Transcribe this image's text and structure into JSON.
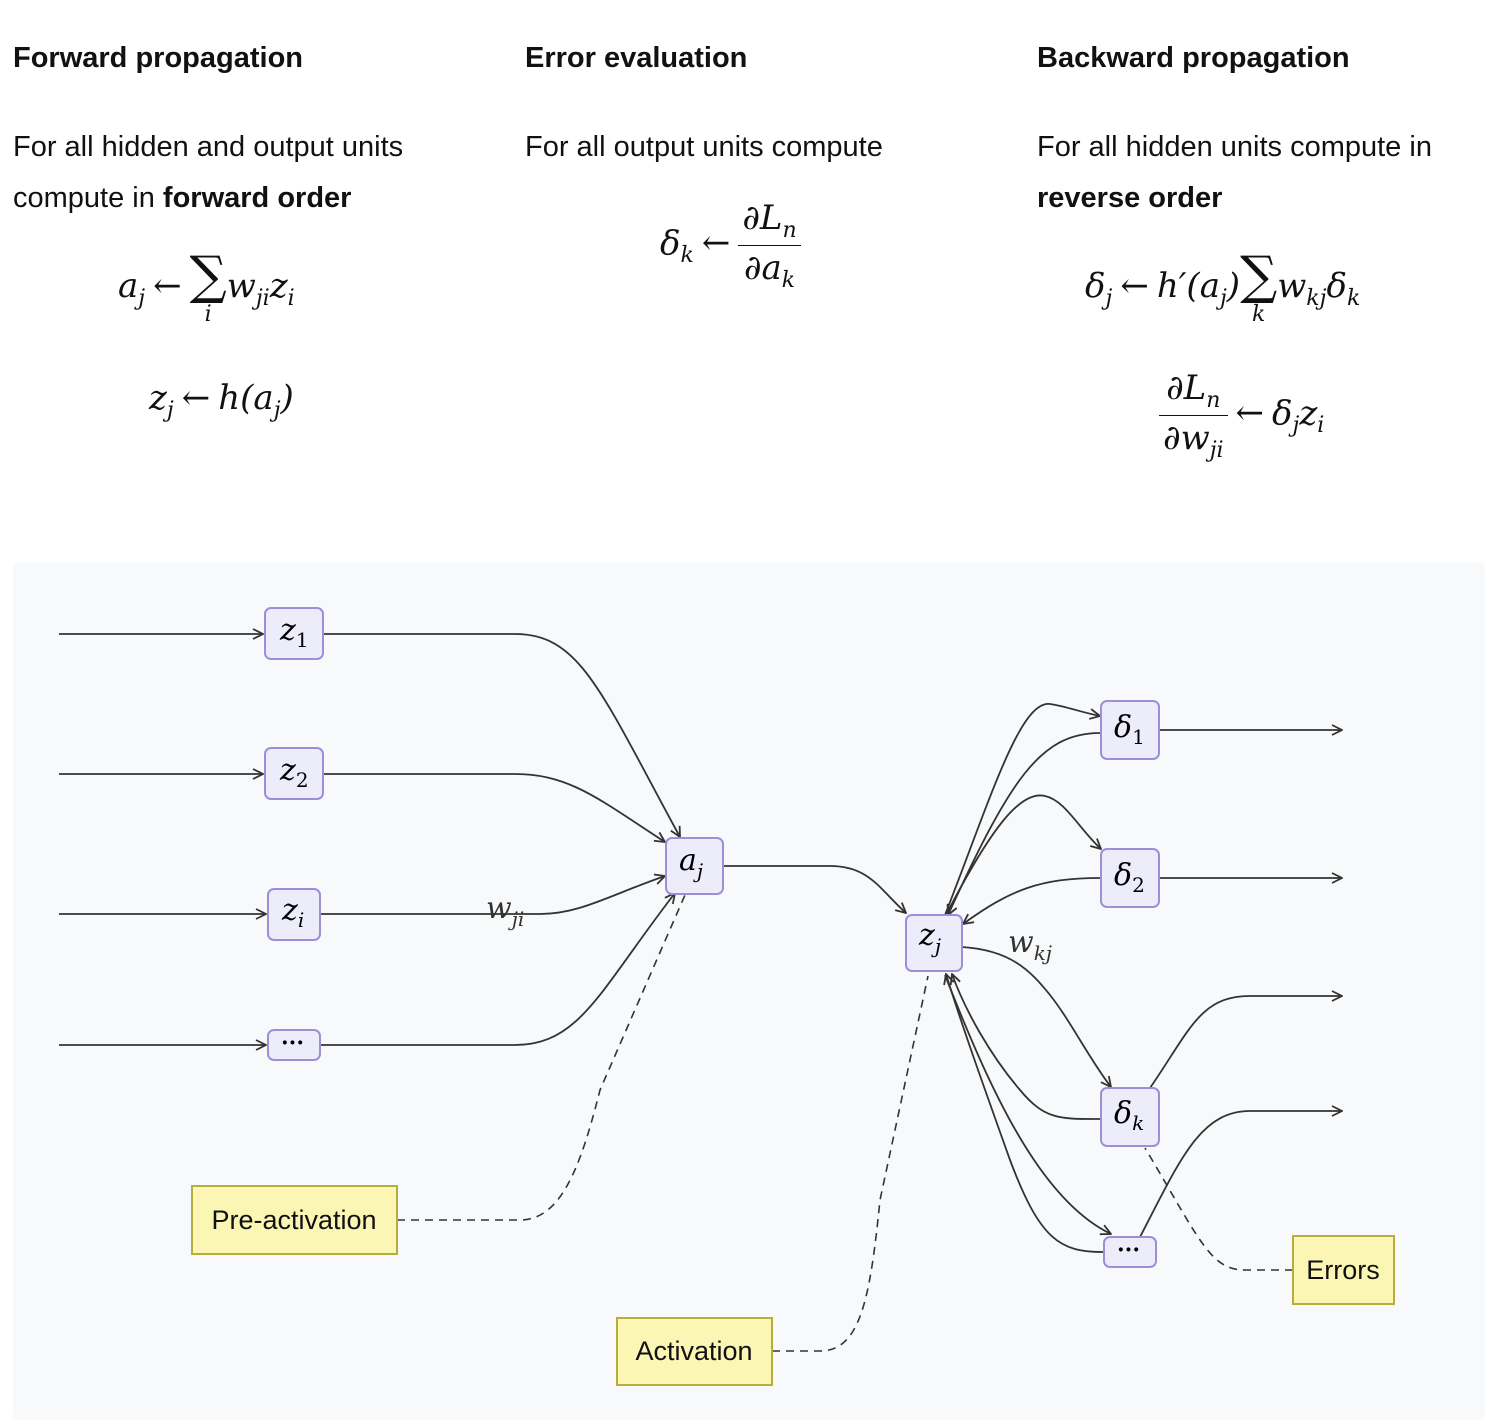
{
  "columns": [
    {
      "title": "Forward propagation",
      "text_before": "For all hidden and output units compute in ",
      "text_bold": "forward order",
      "eq1": {
        "lhs": "a",
        "lhs_sub": "j",
        "arrow": "←",
        "sum": "∑",
        "sum_index": "i",
        "rhs": "w",
        "rhs_sub": "ji",
        "rhs2": "z",
        "rhs2_sub": "i"
      },
      "eq2": {
        "lhs": "z",
        "lhs_sub": "j",
        "arrow": "←",
        "rhs": "h(a",
        "rhs_sub": "j",
        "rhs_close": ")"
      }
    },
    {
      "title": "Error evaluation",
      "text_before": "For all output units compute",
      "eq1": {
        "lhs": "δ",
        "lhs_sub": "k",
        "arrow": "←",
        "num": "∂L",
        "num_sub": "n",
        "den": "∂a",
        "den_sub": "k"
      }
    },
    {
      "title": "Backward propagation",
      "text_before": "For all hidden units compute in ",
      "text_bold": "reverse order",
      "eq1": {
        "lhs": "δ",
        "lhs_sub": "j",
        "arrow": "←",
        "h": "h′(a",
        "h_sub": "j",
        "h_close": ")",
        "sum": "∑",
        "sum_index": "k",
        "rhs": "w",
        "rhs_sub": "kj",
        "rhs2": "δ",
        "rhs2_sub": "k"
      },
      "eq2": {
        "num": "∂L",
        "num_sub": "n",
        "den": "∂w",
        "den_sub": "ji",
        "arrow": "←",
        "rhs": "δ",
        "rhs_sub": "j",
        "rhs2": "z",
        "rhs2_sub": "i"
      }
    }
  ],
  "diagram": {
    "nodes": {
      "z1": {
        "main": "z",
        "sub": "1"
      },
      "z2": {
        "main": "z",
        "sub": "2"
      },
      "zi": {
        "main": "z",
        "sub": "i"
      },
      "zdots": {
        "main": "···",
        "sub": ""
      },
      "aj": {
        "main": "a",
        "sub": "j"
      },
      "zj": {
        "main": "z",
        "sub": "j"
      },
      "d1": {
        "main": "δ",
        "sub": "1"
      },
      "d2": {
        "main": "δ",
        "sub": "2"
      },
      "dk": {
        "main": "δ",
        "sub": "k"
      },
      "ddots": {
        "main": "···",
        "sub": ""
      }
    },
    "edge_labels": {
      "wji": {
        "main": "w",
        "sub": "ji"
      },
      "wkj": {
        "main": "w",
        "sub": "kj"
      }
    },
    "notes": {
      "preactivation": "Pre-activation",
      "activation": "Activation",
      "errors": "Errors"
    },
    "colors": {
      "node_fill": "#ececfa",
      "node_stroke": "#9c8fd8",
      "note_fill": "#fcf6b4",
      "note_stroke": "#b5ae3c",
      "panel_bg": "#f8f9fa"
    }
  }
}
